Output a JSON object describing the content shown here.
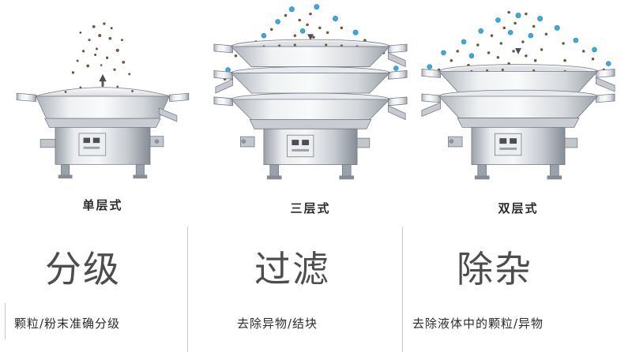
{
  "machines": [
    {
      "type": "single-layer",
      "label": "单层式",
      "heading": "分级",
      "description": "颗粒/粉末准确分级"
    },
    {
      "type": "three-layer",
      "label": "三层式",
      "heading": "过滤",
      "description": "去除异物/结块"
    },
    {
      "type": "double-layer",
      "label": "双层式",
      "heading": "除杂",
      "description": "去除液体中的颗粒/异物"
    }
  ],
  "colors": {
    "particle_brown": "#6f5840",
    "particle_blue": "#3fa9dc",
    "metal_light": "#f2f3f5",
    "metal_dark": "#8e939b",
    "heading_text": "#4d4d4d",
    "divider": "#c9c9c9",
    "background": "#ffffff"
  }
}
